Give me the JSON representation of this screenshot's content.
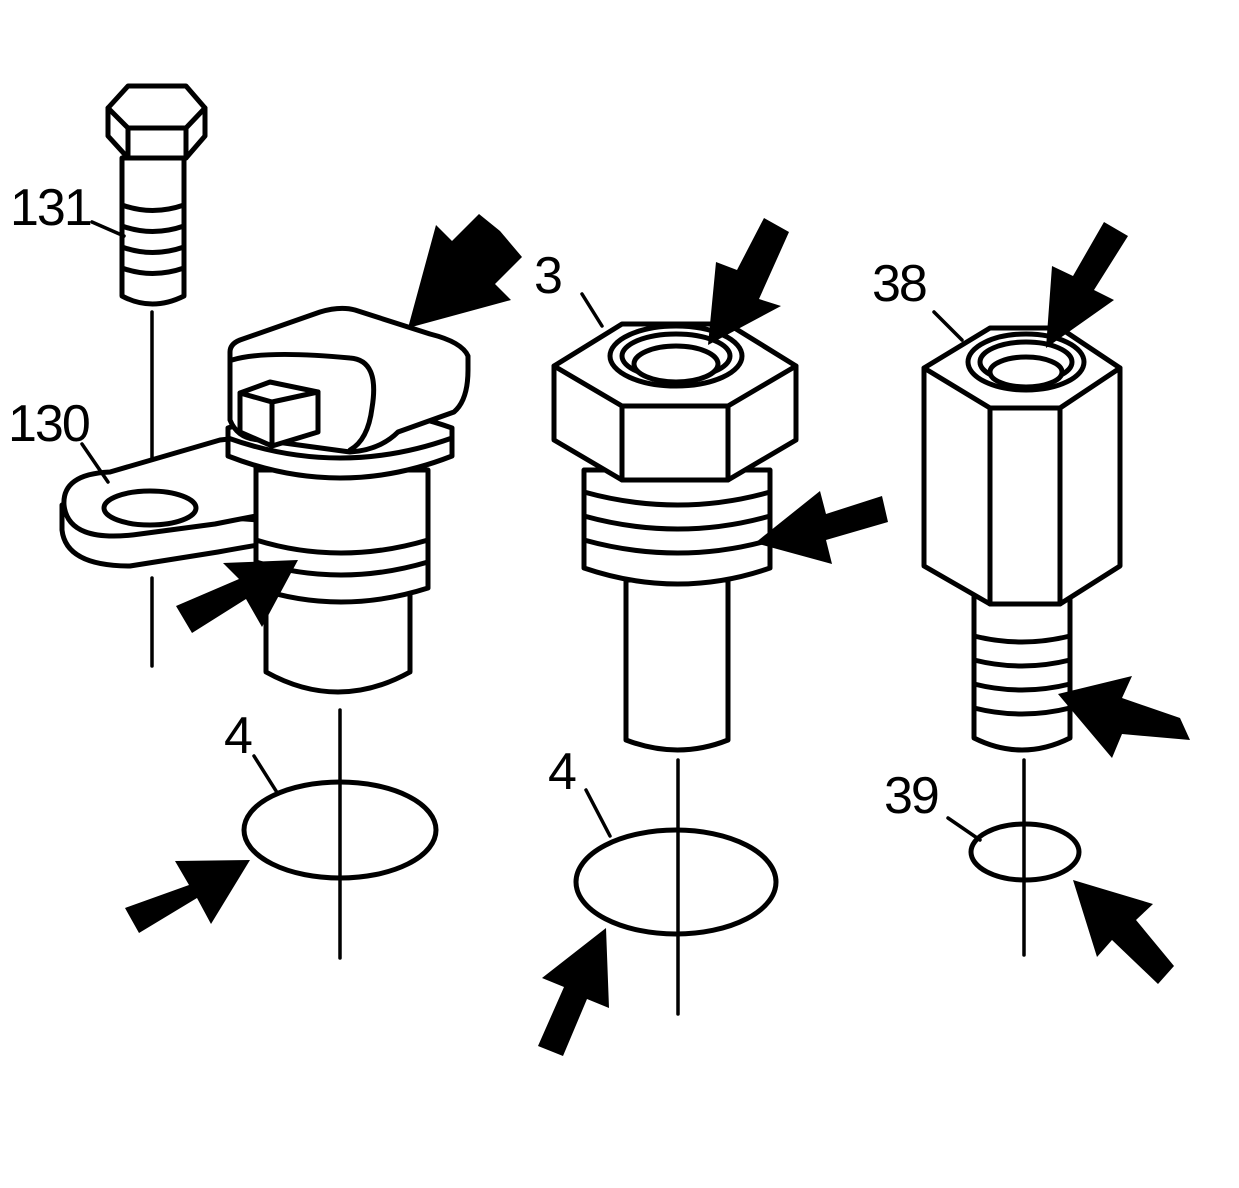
{
  "labels": {
    "bolt": "131",
    "bracket": "130",
    "sensor_oring": "4",
    "hex_sensor": "3",
    "hex_sensor_oring": "4",
    "tall_sensor": "38",
    "small_oring": "39"
  },
  "colors": {
    "line": "#000000",
    "background": "#ffffff"
  }
}
